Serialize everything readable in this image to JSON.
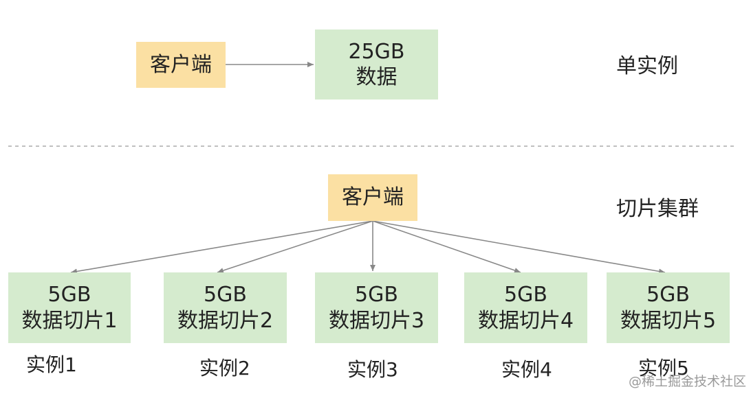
{
  "single": {
    "client_label": "客户端",
    "data_line1": "25GB",
    "data_line2": "数据",
    "mode_label": "单实例"
  },
  "cluster": {
    "client_label": "客户端",
    "mode_label": "切片集群",
    "slices": [
      {
        "size": "5GB",
        "name": "数据切片1",
        "instance": "实例1"
      },
      {
        "size": "5GB",
        "name": "数据切片2",
        "instance": "实例2"
      },
      {
        "size": "5GB",
        "name": "数据切片3",
        "instance": "实例3"
      },
      {
        "size": "5GB",
        "name": "数据切片4",
        "instance": "实例4"
      },
      {
        "size": "5GB",
        "name": "数据切片5",
        "instance": "实例5"
      }
    ]
  },
  "watermark": "@稀土掘金技术社区"
}
